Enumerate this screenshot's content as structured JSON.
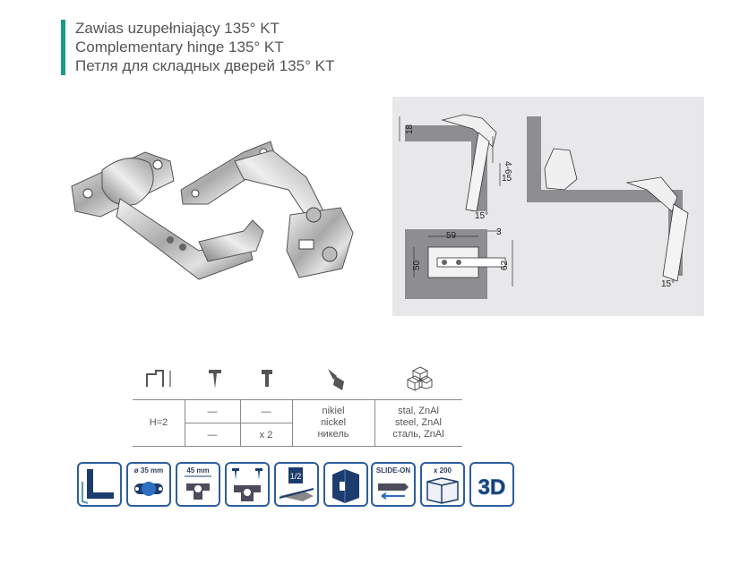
{
  "header": {
    "title_pl": "Zawias uzupełniający 135° KT",
    "title_en": "Complementary hinge 135° KT",
    "title_ru": "Петля  для складных дверей 135° KT",
    "accent_color": "#1a9a8a"
  },
  "diagram": {
    "dim_18": "18",
    "dim_4_6": "4-6",
    "dim_15": "15",
    "angle_left": "15°",
    "angle_right": "15°",
    "dim_59": "59",
    "dim_3": "3",
    "dim_50": "50",
    "dim_62": "62"
  },
  "spec_table": {
    "icons": [
      "hinge-arm-icon",
      "screw-icon",
      "screw-euro-icon",
      "brush-finish-icon",
      "cubes-material-icon"
    ],
    "row_label": "H=2",
    "row1": [
      "—",
      "—"
    ],
    "row2": [
      "—",
      "x 2"
    ],
    "finish": [
      "nikiel",
      "nickel",
      "никель"
    ],
    "material": [
      "stal, ZnAl",
      "steel, ZnAl",
      "сталь, ZnAl"
    ]
  },
  "badges": {
    "items": [
      "overlay-icon",
      "cup-35mm-icon",
      "plate-45mm-icon",
      "screws-icon",
      "adjustment-icon",
      "box-mount-icon",
      "slide-on-icon",
      "pack-200-icon",
      "3d-icon"
    ],
    "cup_label": "ø 35 mm",
    "plate_label": "45 mm",
    "slide_label": "SLIDE-ON",
    "pack_label": "x 200",
    "adj_label": "1/2",
    "three_d_label": "3D",
    "brand_color": "#2e5e9e"
  }
}
